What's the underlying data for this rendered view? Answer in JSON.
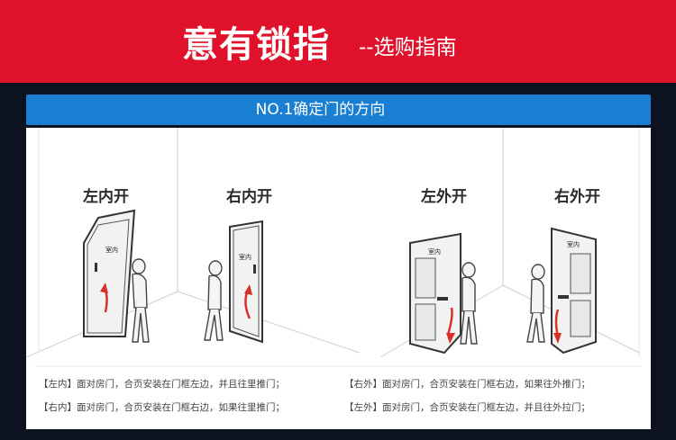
{
  "header": {
    "brand": "意有锁指",
    "subtitle": "--选购指南"
  },
  "section": {
    "title": "NO.1确定门的方向"
  },
  "doors": [
    {
      "label": "左内开",
      "inner": "室内"
    },
    {
      "label": "右内开",
      "inner": "室内"
    },
    {
      "label": "左外开",
      "inner": "室内"
    },
    {
      "label": "右外开",
      "inner": "室内"
    }
  ],
  "notes": [
    "【左内】面对房门，合页安装在门框左边，并且往里推门；",
    "【右外】面对房门，合页安装在门框右边，如果往外推门；",
    "【右内】面对房门，合页安装在门框右边，如果往里推门；",
    "【左外】面对房门，合页安装在门框左边，并且往外拉门；"
  ],
  "colors": {
    "header_red": "#e0112a",
    "section_blue": "#1a7fd3",
    "arrow_red": "#d8312a"
  }
}
